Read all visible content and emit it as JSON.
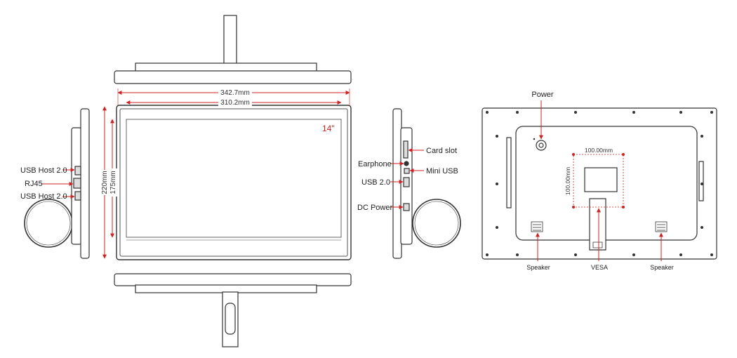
{
  "colors": {
    "outline": "#333333",
    "dimension": "#cc2222",
    "text": "#222222"
  },
  "front": {
    "width_outer": "342.7mm",
    "width_inner": "310.2mm",
    "height_outer": "220mm",
    "height_inner": "175mm",
    "screen_size": "14\""
  },
  "left_ports": {
    "usb_host_top": "USB Host 2.0",
    "rj45": "RJ45",
    "usb_host_bottom": "USB Host 2.0"
  },
  "right_ports": {
    "card_slot": "Card slot",
    "earphone": "Earphone",
    "mini_usb": "Mini USB",
    "usb": "USB 2.0",
    "dc_power": "DC Power"
  },
  "back": {
    "power": "Power",
    "vesa_h": "100.00mm",
    "vesa_v": "100.00mm",
    "speaker_left": "Speaker",
    "vesa": "VESA",
    "speaker_right": "Speaker"
  }
}
